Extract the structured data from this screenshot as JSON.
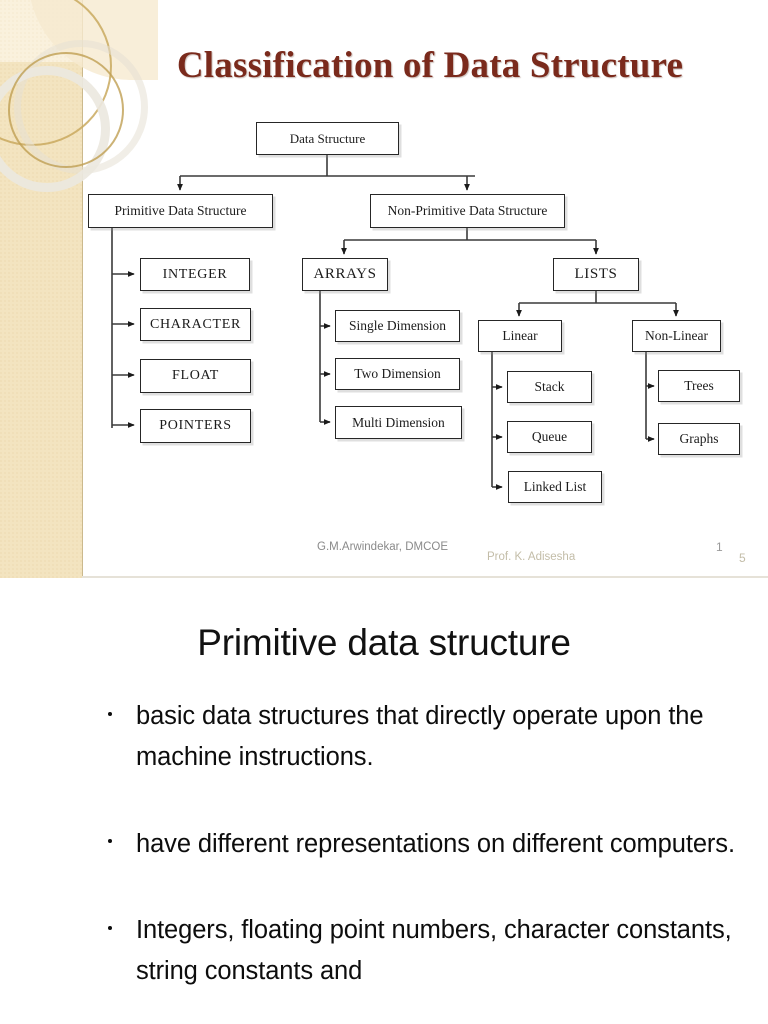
{
  "slide": {
    "title": "Classification of Data Structure",
    "diagram": {
      "root": "Data Structure",
      "level2": [
        "Primitive Data Structure",
        "Non-Primitive Data Structure"
      ],
      "primitive_children": [
        "INTEGER",
        "CHARACTER",
        "FLOAT",
        "POINTERS"
      ],
      "nonprimitive_children": [
        "ARRAYS",
        "LISTS"
      ],
      "arrays_children": [
        "Single Dimension",
        "Two Dimension",
        "Multi Dimension"
      ],
      "lists_children": [
        "Linear",
        "Non-Linear"
      ],
      "linear_children": [
        "Stack",
        "Queue",
        "Linked List"
      ],
      "nonlinear_children": [
        "Trees",
        "Graphs"
      ]
    },
    "footer": {
      "credit_left": "G.M.Arwindekar, DMCOE",
      "credit_center": "Prof. K. Adisesha",
      "page_number_1": "1",
      "page_number_2": "5"
    },
    "colors": {
      "title": "#7a2a1c",
      "band": "#f3e4c0",
      "node_border": "#262626"
    }
  },
  "body": {
    "title": "Primitive data structure",
    "bullets": [
      "basic data structures that directly operate upon the machine instructions.",
      "have different representations on different computers.",
      "Integers, floating point numbers, character constants, string constants and"
    ]
  }
}
